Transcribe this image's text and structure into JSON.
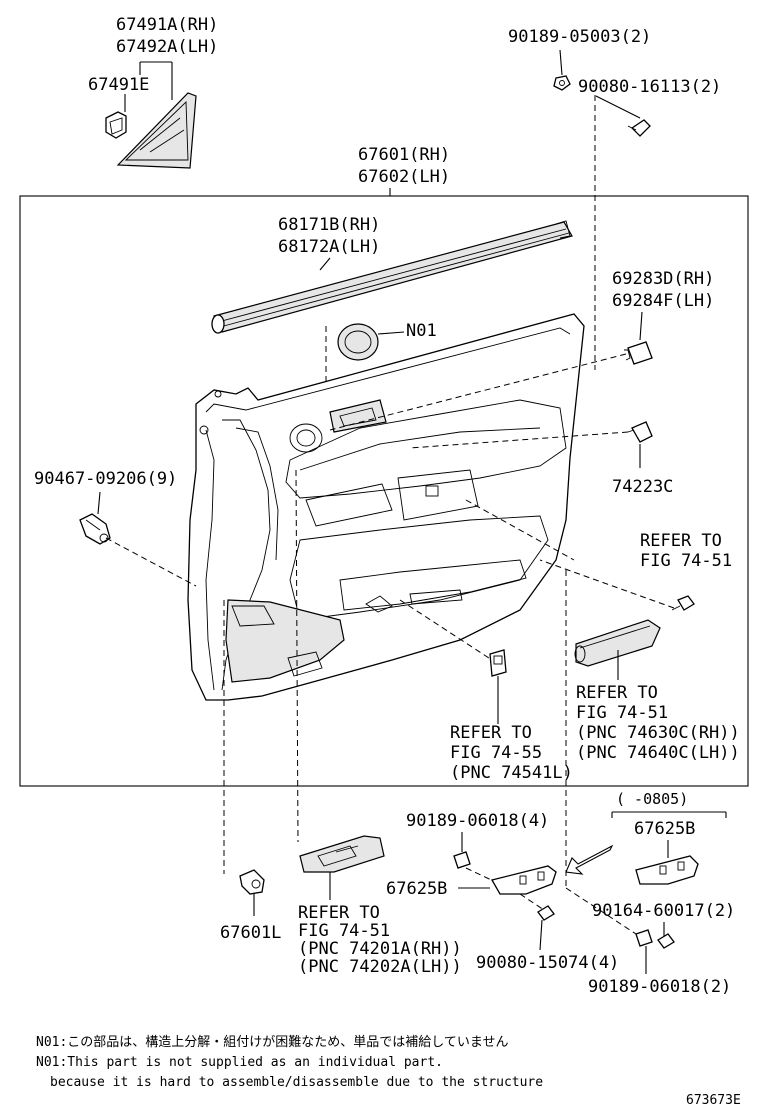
{
  "labels": {
    "p67491A": "67491A(RH)",
    "p67492A": "67492A(LH)",
    "p67491E": "67491E",
    "p90189_05003": "90189-05003(2)",
    "p90080_16113": "90080-16113(2)",
    "p67601": "67601(RH)",
    "p67602": "67602(LH)",
    "p68171B": "68171B(RH)",
    "p68172A": "68172A(LH)",
    "n01": "N01",
    "p69283D": "69283D(RH)",
    "p69284F": "69284F(LH)",
    "p90467": "90467-09206(9)",
    "p74223C": "74223C",
    "ref7451a_1": "REFER TO",
    "ref7451a_2": "FIG 74-51",
    "ref7451b_1": "REFER TO",
    "ref7451b_2": "FIG 74-51",
    "ref7451b_3": "(PNC 74630C(RH))",
    "ref7451b_4": "(PNC 74640C(LH))",
    "ref7455_1": "REFER TO",
    "ref7455_2": "FIG 74-55",
    "ref7455_3": "(PNC 74541L)",
    "p90189_06018_4": "90189-06018(4)",
    "date_range": "(    -0805)",
    "p67625B_a": "67625B",
    "p67625B_b": "67625B",
    "p90164": "90164-60017(2)",
    "p90080_15074": "90080-15074(4)",
    "p90189_06018_2": "90189-06018(2)",
    "p67601L": "67601L",
    "ref7451c_1": "REFER TO",
    "ref7451c_2": "FIG 74-51",
    "ref7451c_3": "(PNC 74201A(RH))",
    "ref7451c_4": "(PNC 74202A(LH))"
  },
  "notes": {
    "jp": "N01:この部品は、構造上分解・組付けが困難なため、単品では補給していません",
    "en1": "N01:This part is not supplied as an individual part.",
    "en2": "because it is hard to assemble/disassemble due to the structure"
  },
  "diagram_id": "673673E"
}
